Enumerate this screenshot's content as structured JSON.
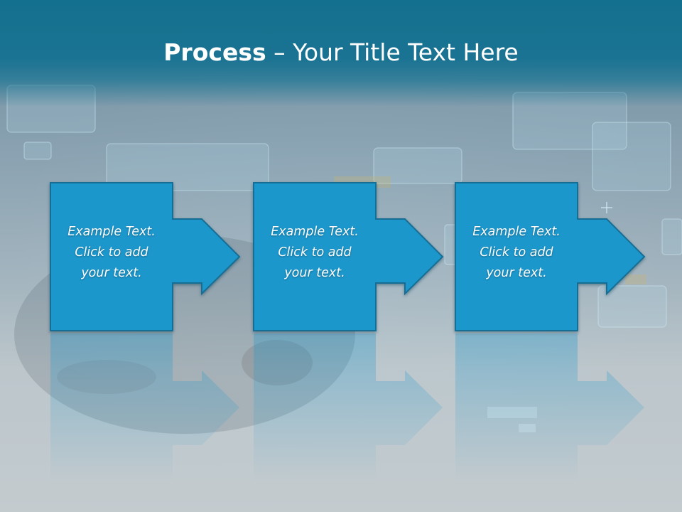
{
  "slide": {
    "title_strong": "Process",
    "title_rest": " – Your Title Text Here"
  },
  "steps": [
    {
      "lines": [
        "Example Text.",
        "Click  to add",
        "your text."
      ]
    },
    {
      "lines": [
        "Example Text.",
        "Click  to add",
        "your text."
      ]
    },
    {
      "lines": [
        "Example Text.",
        "Click  to add",
        "your text."
      ]
    }
  ],
  "colors": {
    "header": "#1a7392",
    "box_fill": "#1f97cc",
    "box_stroke": "#176e95",
    "text": "#ffffff"
  }
}
